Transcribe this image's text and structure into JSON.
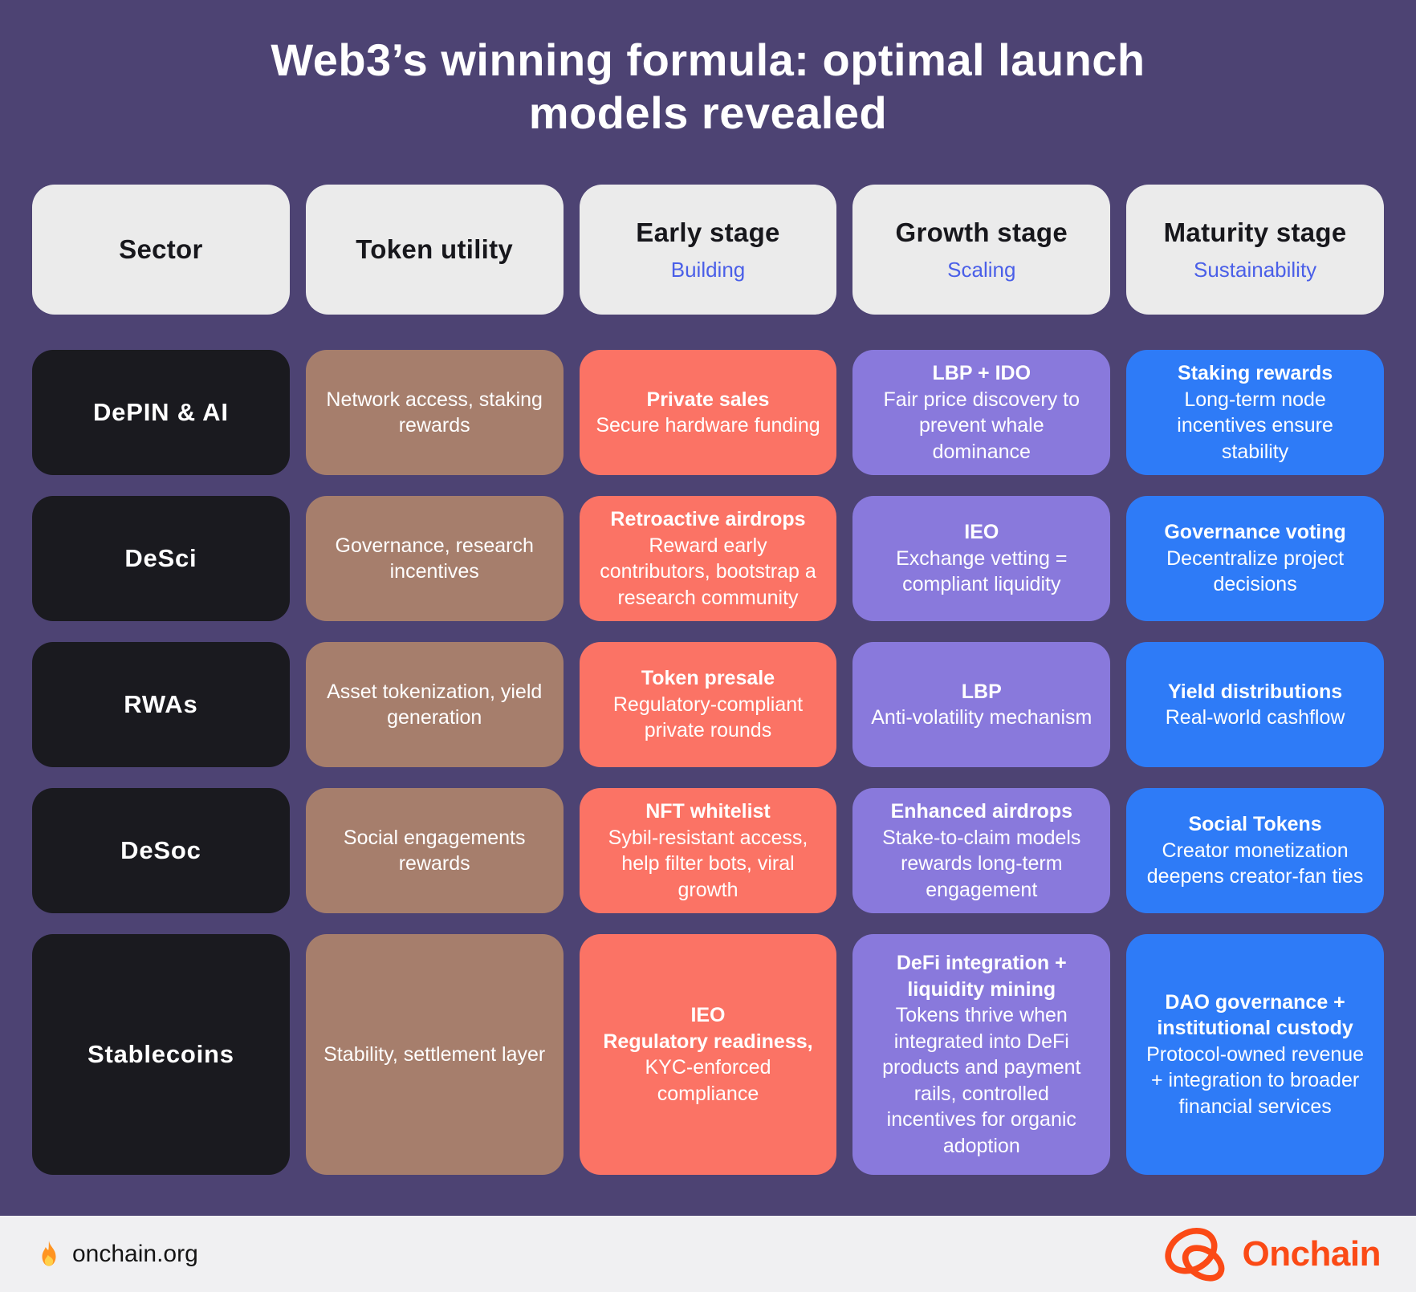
{
  "chart_data": {
    "type": "table",
    "title": "Web3’s winning formula: optimal launch\nmodels revealed",
    "columns": [
      {
        "label": "Sector",
        "sub": ""
      },
      {
        "label": "Token utility",
        "sub": ""
      },
      {
        "label": "Early stage",
        "sub": "Building"
      },
      {
        "label": "Growth stage",
        "sub": "Scaling"
      },
      {
        "label": "Maturity stage",
        "sub": "Sustainability"
      }
    ],
    "rows": [
      {
        "sector": "DePIN & AI",
        "utility": "Network access, staking rewards",
        "early": {
          "title": "Private sales",
          "body": "Secure hardware funding"
        },
        "growth": {
          "title": "LBP + IDO",
          "body": "Fair price discovery to prevent whale dominance"
        },
        "maturity": {
          "title": "Staking rewards",
          "body": "Long-term node incentives ensure stability"
        }
      },
      {
        "sector": "DeSci",
        "utility": "Governance, research incentives",
        "early": {
          "title": "Retroactive airdrops",
          "body": "Reward early contributors, bootstrap a research community"
        },
        "growth": {
          "title": "IEO",
          "body": "Exchange vetting = compliant liquidity"
        },
        "maturity": {
          "title": "Governance voting",
          "body": "Decentralize project decisions"
        }
      },
      {
        "sector": "RWAs",
        "utility": "Asset tokenization, yield generation",
        "early": {
          "title": "Token presale",
          "body": "Regulatory-compliant private rounds"
        },
        "growth": {
          "title": "LBP",
          "body": "Anti-volatility mechanism"
        },
        "maturity": {
          "title": "Yield distributions",
          "body": "Real-world cashflow"
        }
      },
      {
        "sector": "DeSoc",
        "utility": "Social engagements rewards",
        "early": {
          "title": "NFT whitelist",
          "body": "Sybil-resistant access, help filter bots, viral growth"
        },
        "growth": {
          "title": "Enhanced airdrops",
          "body": "Stake-to-claim models rewards long-term engagement"
        },
        "maturity": {
          "title": "Social Tokens",
          "body": "Creator monetization deepens creator-fan ties"
        }
      },
      {
        "sector": "Stablecoins",
        "utility": "Stability, settlement layer",
        "early": {
          "title": "IEO\nRegulatory readiness,",
          "body": "KYC-enforced compliance"
        },
        "growth": {
          "title": "DeFi integration + liquidity mining",
          "body": "Tokens thrive when integrated into DeFi products and payment rails, controlled incentives for organic adoption"
        },
        "maturity": {
          "title": "DAO governance + institutional custody",
          "body": "Protocol-owned revenue + integration to broader financial services"
        }
      }
    ]
  },
  "footer": {
    "site": "onchain.org",
    "brand": "Onchain"
  },
  "colors": {
    "bg": "#4D4373",
    "header_card": "#EBEBEB",
    "sub_blue": "#4A5FE8",
    "black_card": "#1A1A1F",
    "brown_card": "#A67E6C",
    "coral_card": "#FB7365",
    "purple_card": "#8979DC",
    "blue_card": "#2E7BF7",
    "footer_bg": "#F0F0F2",
    "brand_orange": "#FB4A16"
  }
}
